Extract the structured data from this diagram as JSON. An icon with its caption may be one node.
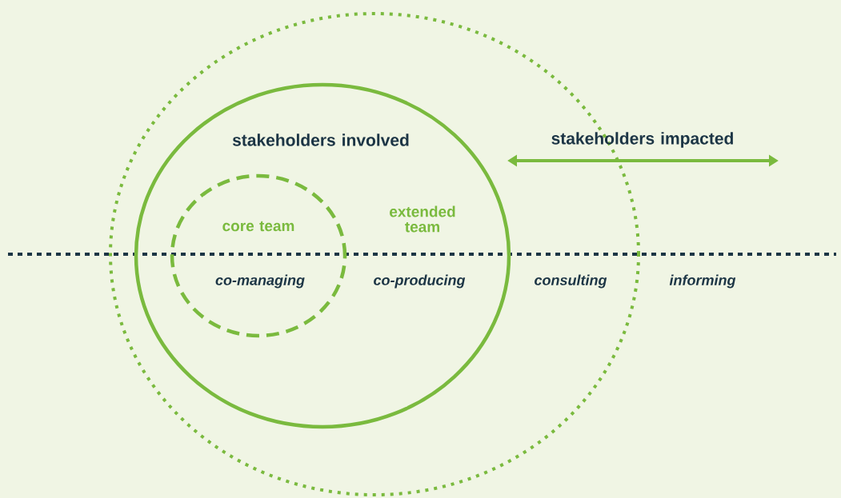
{
  "diagram": {
    "nodes": [
      {
        "text": [],
        "shape": "circle"
      },
      {
        "text": [
          "stakeholders involved",
          "extended team",
          "co-producing"
        ],
        "in": 0
      },
      {
        "text": [
          "core team",
          "co-managing"
        ],
        "in": 1
      }
    ],
    "labels": [
      "stakeholders impacted",
      "consulting",
      "informing"
    ]
  }
}
